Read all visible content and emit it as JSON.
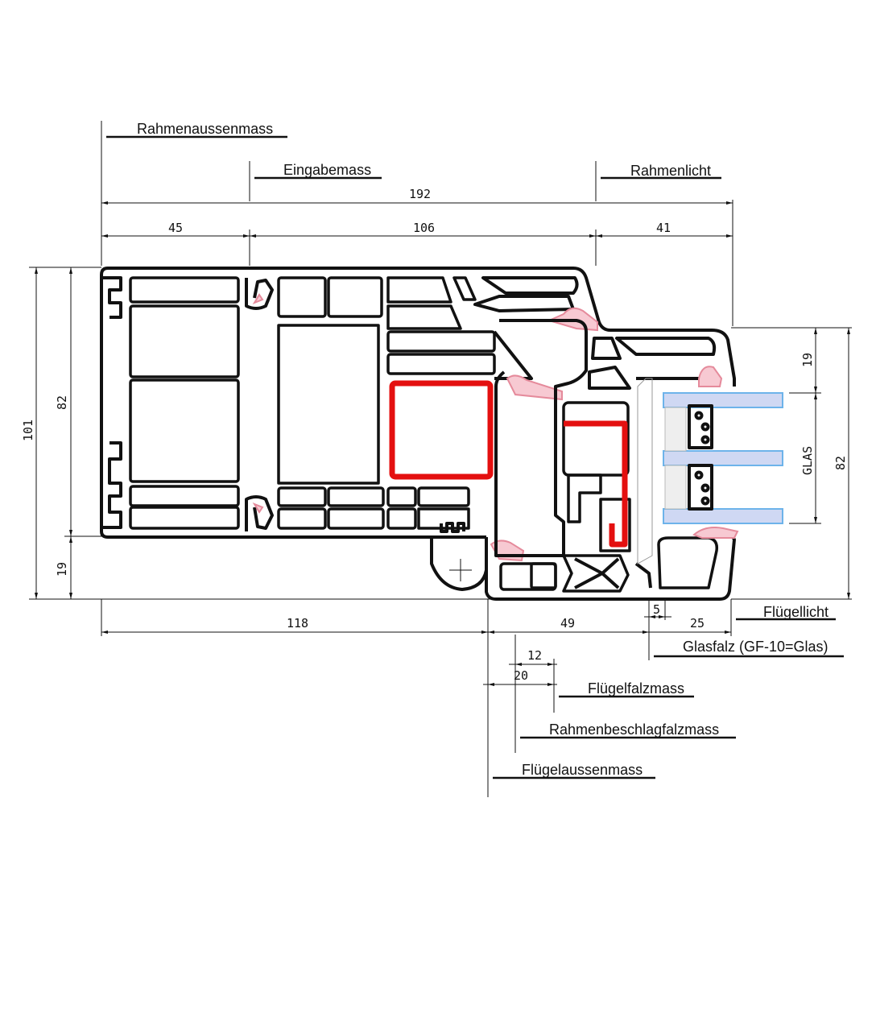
{
  "labels": {
    "rahmenaussenmass": "Rahmenaussenmass",
    "eingabemass": "Eingabemass",
    "rahmenlicht": "Rahmenlicht",
    "fluegellicht": "Flügellicht",
    "glasfalz": "Glasfalz (GF-10=Glas)",
    "fluegelfalzmass": "Flügelfalzmass",
    "rahmenbeschlagfalzmass": "Rahmenbeschlagfalzmass",
    "fluegelaussenmass": "Flügelaussenmass",
    "glas": "GLAS"
  },
  "dimensions": {
    "total_width": "192",
    "frame_left": "45",
    "frame_mid": "106",
    "frame_right": "41",
    "height_total": "101",
    "height_frame": "82",
    "height_bottom": "19",
    "bottom_left": "118",
    "bottom_sash": "49",
    "bottom_5": "5",
    "bottom_25": "25",
    "falz_12": "12",
    "falz_20": "20",
    "glass_top": "19",
    "glass_height": "82"
  },
  "colors": {
    "profile": "#111111",
    "steel_reinforcement": "#e41010",
    "gasket": "#f7c9d2",
    "glass_pane": "#cfd8f3",
    "glass_edge": "#6db3ea"
  }
}
